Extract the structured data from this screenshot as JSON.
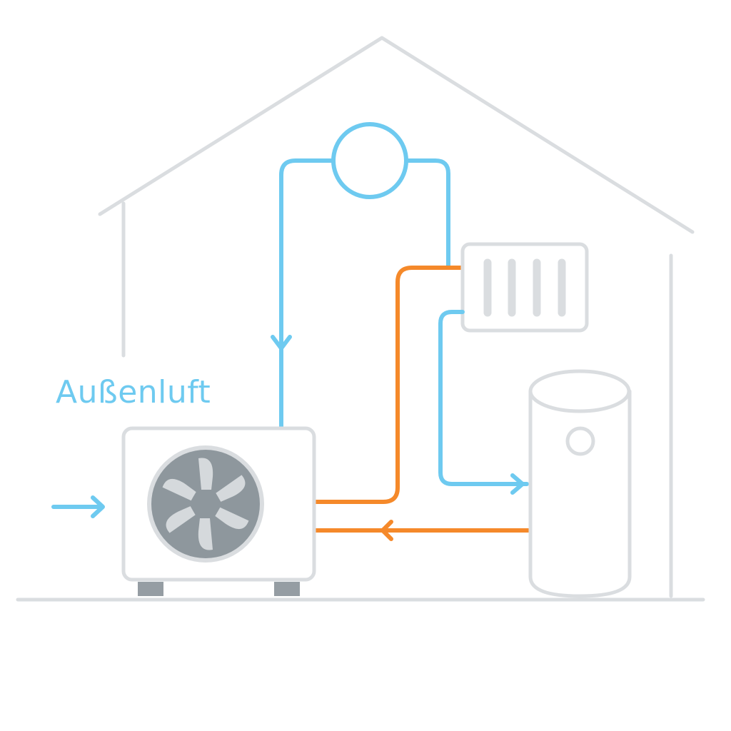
{
  "diagram": {
    "title_label": "Außenluft",
    "colors": {
      "cold": "#6ECAF0",
      "hot": "#F5892A",
      "outline": "#DADDE0",
      "fan": "#8E979D",
      "feet": "#959DA3"
    },
    "components": [
      "house-outline",
      "outdoor-unit-fan",
      "expansion-circle",
      "radiator",
      "hot-water-tank"
    ]
  }
}
